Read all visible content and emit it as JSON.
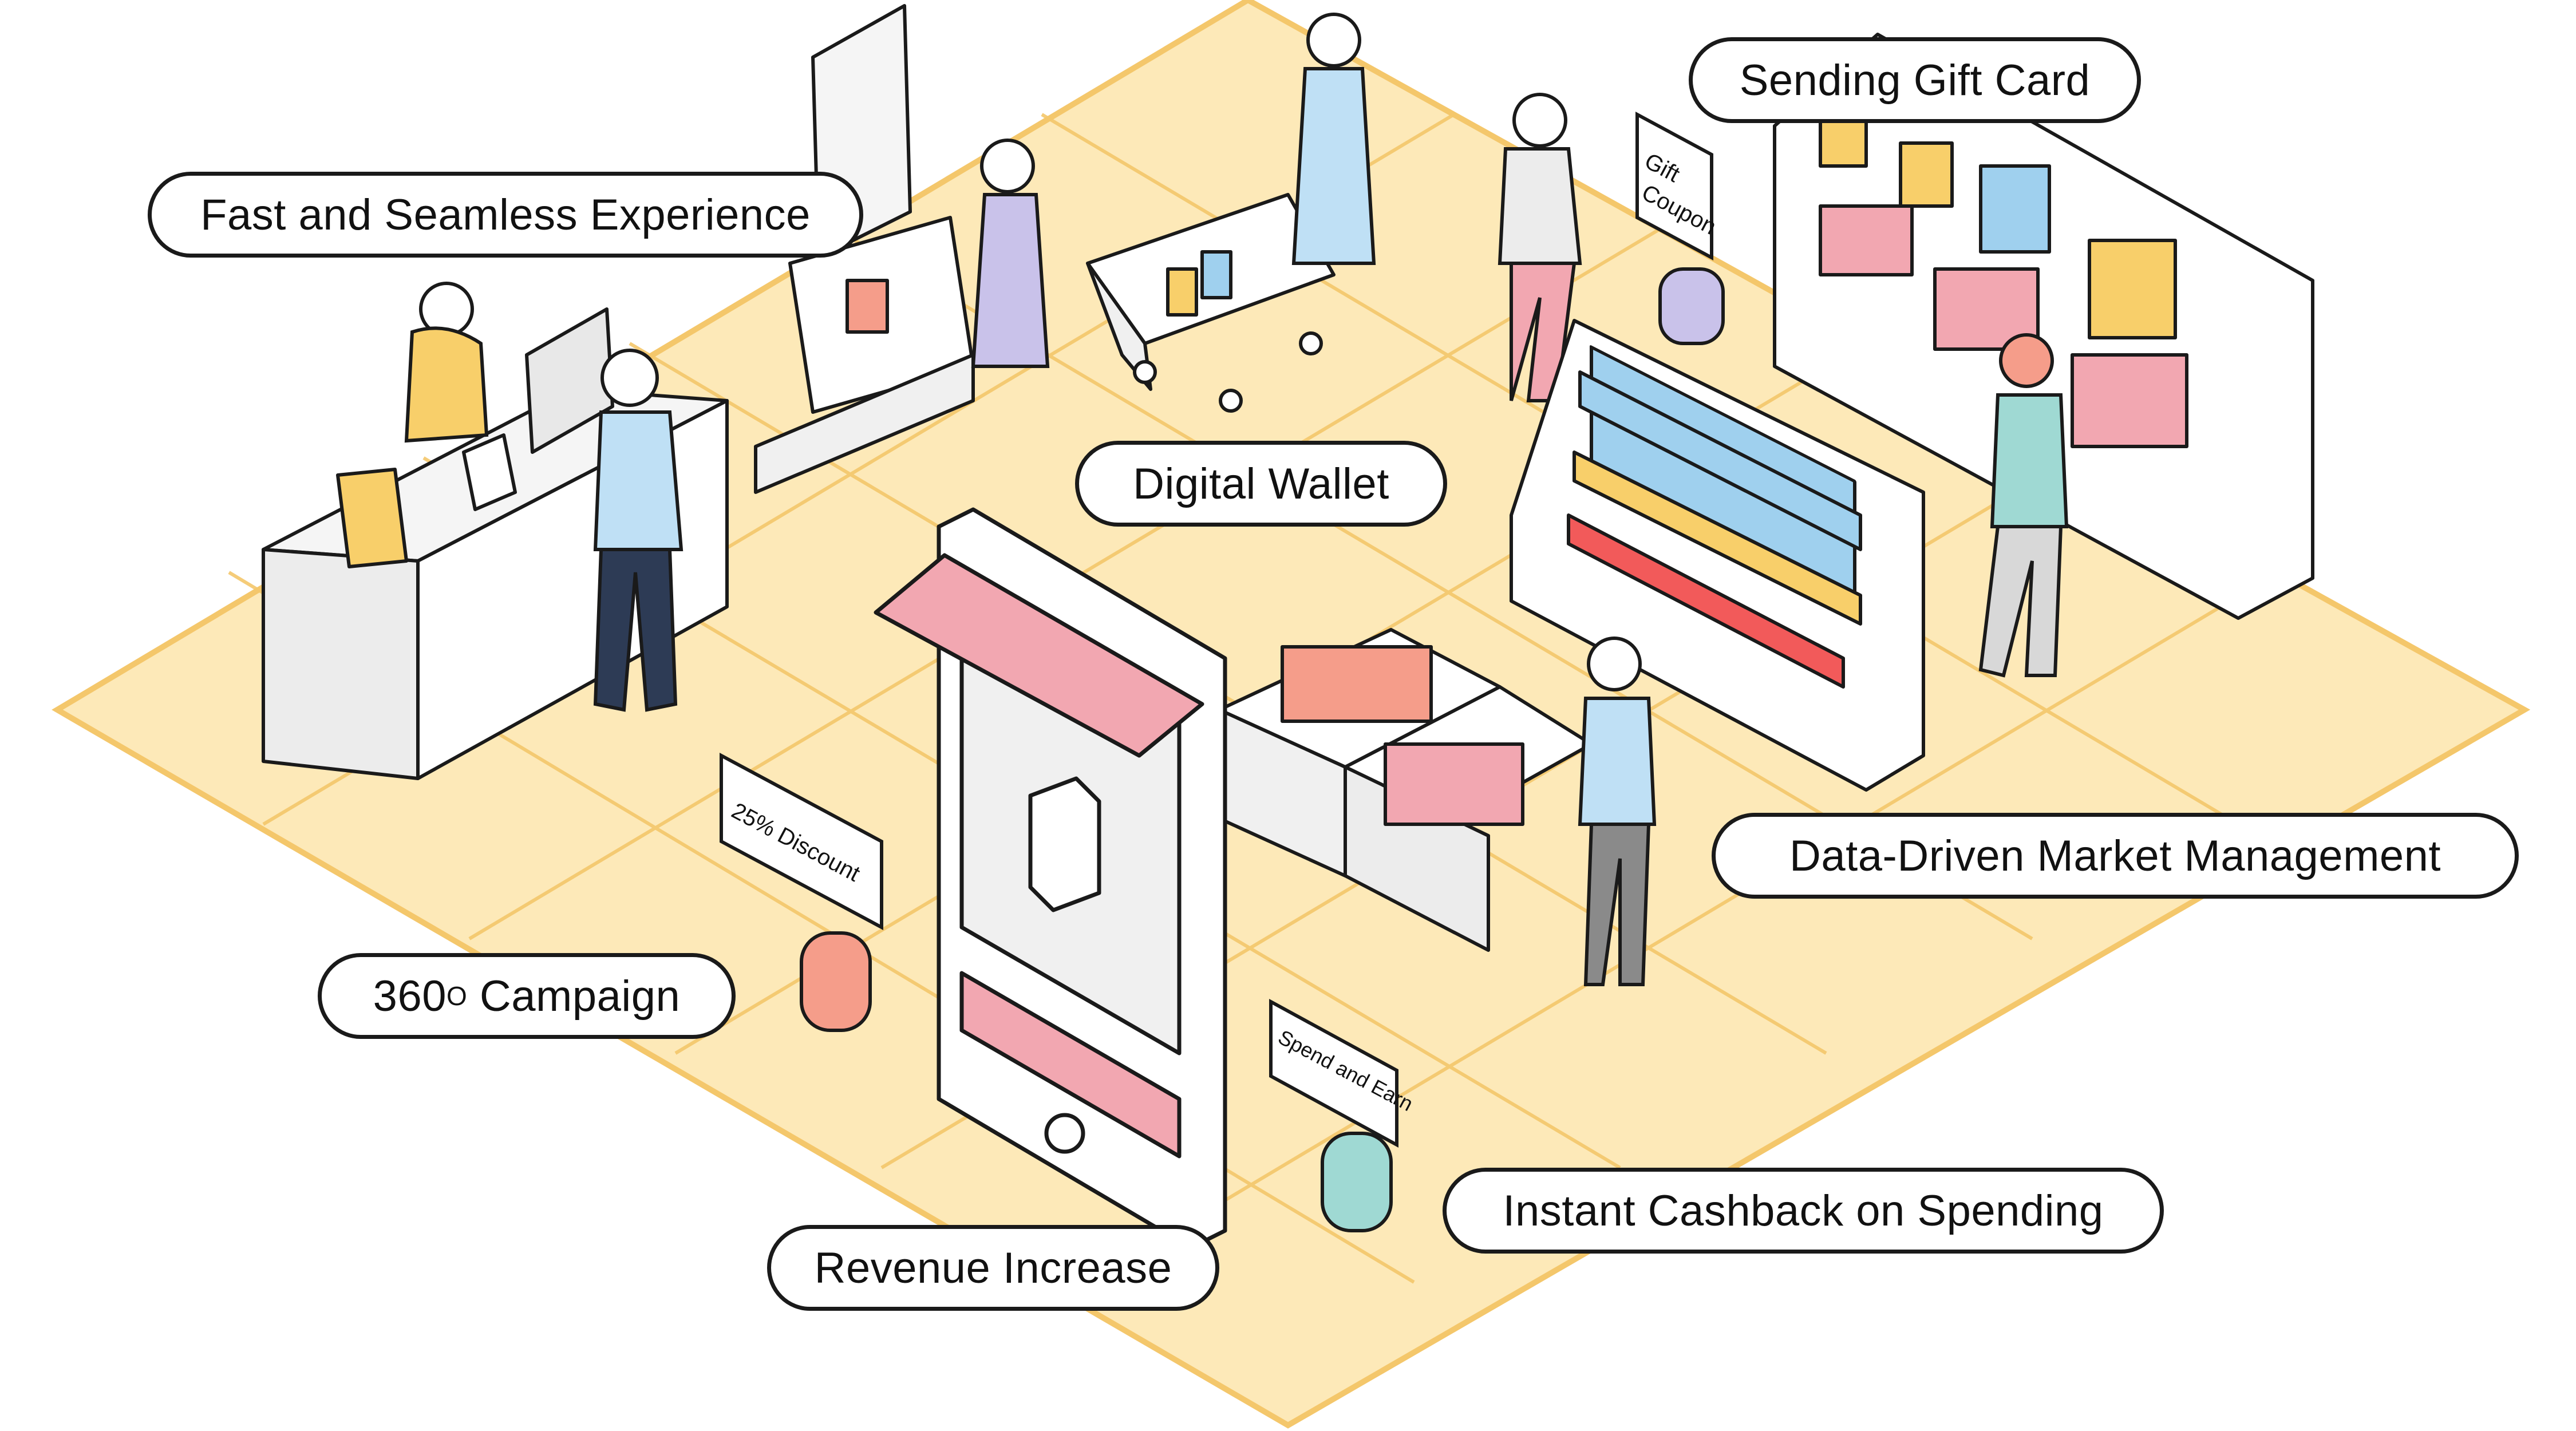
{
  "callouts": {
    "fast_seamless": "Fast and Seamless Experience",
    "digital_wallet": "Digital Wallet",
    "sending_gift_card": "Sending Gift Card",
    "campaign_360": {
      "number": "360",
      "degree": "O",
      "label": "Campaign"
    },
    "revenue_increase": "Revenue Increase",
    "instant_cashback": "Instant Cashback on Spending",
    "data_driven": "Data-Driven Market Management"
  },
  "signs": {
    "discount": "25% Discount",
    "spend_earn": "Spend and Earn",
    "gift_coupon_line1": "Gift",
    "gift_coupon_line2": "Coupon"
  },
  "colors": {
    "floor": "#fde9b8",
    "floor_grid": "#f4c76b",
    "outline": "#1a1a1a",
    "pink": "#f2a7b1",
    "blue": "#9fd0ee",
    "yellow": "#f8cf6a",
    "lavender": "#c9c2ea",
    "teal": "#9fd9d3",
    "salmon": "#f59d8a"
  }
}
